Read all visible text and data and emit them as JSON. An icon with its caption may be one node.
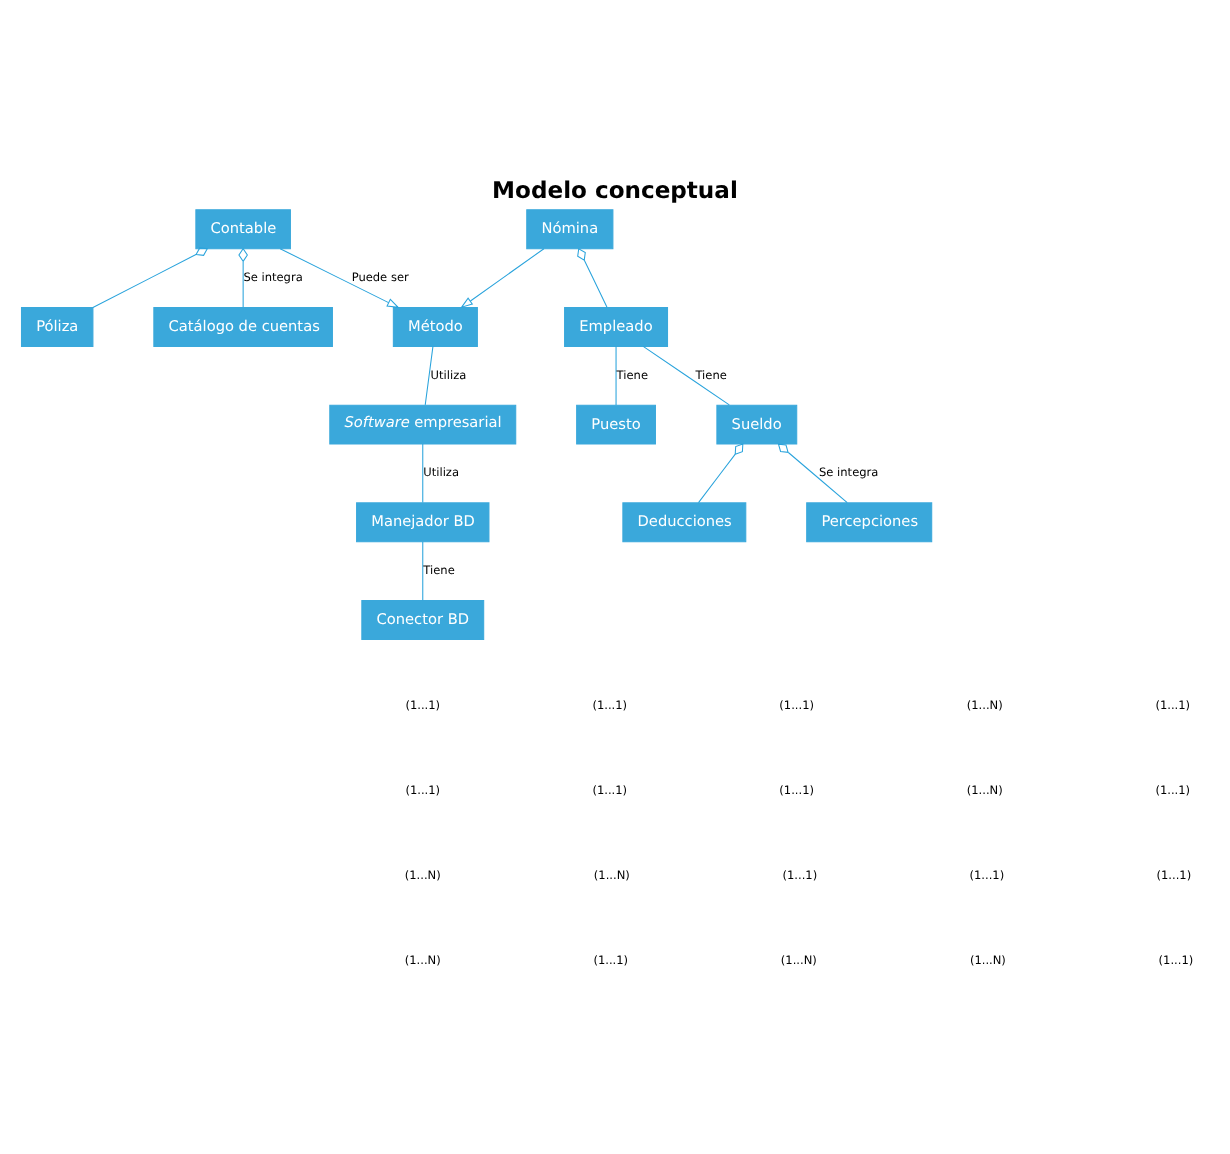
{
  "diagram": {
    "title": "Modelo conceptual",
    "nodes": [
      {
        "text": [
          "Método"
        ]
      },
      {
        "text": [
          "Contable"
        ]
      },
      {
        "text": [
          "Catálogo de cuentas"
        ]
      },
      {
        "text": [
          "Póliza"
        ]
      },
      {
        "text": [
          "Nómina"
        ]
      },
      {
        "text": [
          "*Software* empresarial"
        ]
      },
      {
        "text": [
          "Manejador BD"
        ]
      },
      {
        "text": [
          "Conector BD"
        ]
      },
      {
        "text": [
          "Empleado"
        ]
      },
      {
        "text": [
          "Sueldo"
        ]
      },
      {
        "text": [
          "Percepciones"
        ]
      },
      {
        "text": [
          "Deducciones"
        ]
      },
      {
        "text": [
          "Puesto"
        ]
      }
    ],
    "edges": [
      {
        "from": 1,
        "to": 0,
        "arrow": "to",
        "label": "Puede ser"
      },
      {
        "from": 4,
        "to": 0,
        "arrow": "to"
      },
      {
        "from": 1,
        "to": 2,
        "arrow": "other",
        "label": "Se integra"
      },
      {
        "from": 1,
        "to": 3,
        "arrow": "other"
      },
      {
        "from": 0,
        "to": 5,
        "arrow": "none",
        "label": "Utiliza"
      },
      {
        "from": 4,
        "to": 8,
        "arrow": "other"
      },
      {
        "from": 5,
        "to": 6,
        "arrow": "none",
        "label": "Utiliza"
      },
      {
        "from": 8,
        "to": 9,
        "arrow": "none",
        "label": "Tiene"
      },
      {
        "from": 9,
        "to": 10,
        "arrow": "other",
        "label": "Se integra"
      },
      {
        "from": 9,
        "to": 11,
        "arrow": "other"
      },
      {
        "from": 8,
        "to": 12,
        "arrow": "none",
        "label": "Tiene"
      },
      {
        "from": 6,
        "to": 7,
        "arrow": "none",
        "label": "Tiene"
      }
    ],
    "labels": [
      "(1...1)",
      "(1...1)",
      "(1...1)",
      "(1...N)",
      "(1...1)",
      "(1...1)",
      "(1...1)",
      "(1...1)",
      "(1...N)",
      "(1...1)",
      "(1...N)",
      "(1...N)",
      "(1...1)",
      "(1...1)",
      "(1...1)",
      "(1...N)",
      "(1...1)",
      "(1...N)",
      "(1...N)",
      "(1...1)"
    ]
  }
}
